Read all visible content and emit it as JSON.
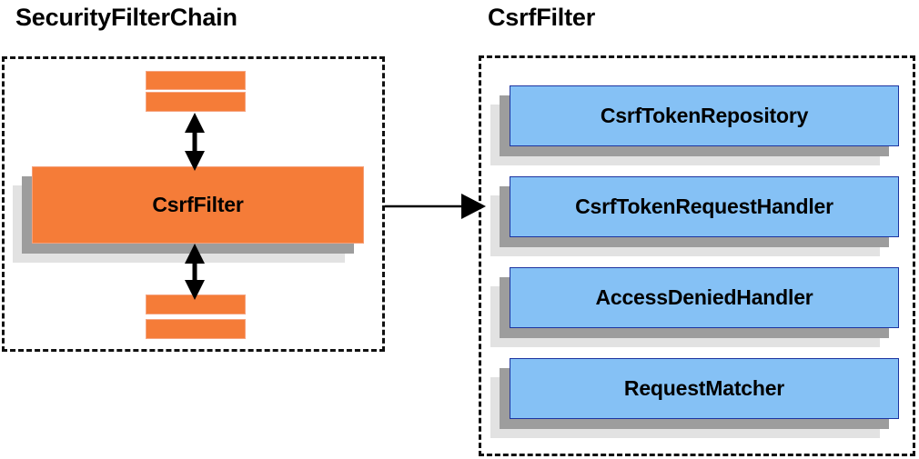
{
  "diagram": {
    "title_left": "SecurityFilterChain",
    "title_right": "CsrfFilter",
    "colors": {
      "block_blue": "#85C1F5",
      "block_blue_border": "#1C34A0",
      "block_orange": "#F57C38",
      "block_orange_border": "#F5A07A",
      "shadow_dark": "#9D9D9D",
      "shadow_light": "#E2E2E2",
      "panel_border": "#111111",
      "arrow": "#000000",
      "text": "#000000",
      "background": "#FFFFFF"
    },
    "left_panel": {
      "name": "SecurityFilterChain",
      "highlighted_filter": "CsrfFilter",
      "filters_above_count": 2,
      "filters_below_count": 2
    },
    "right_panel": {
      "name": "CsrfFilter",
      "collaborators": [
        {
          "label": "CsrfTokenRepository"
        },
        {
          "label": "CsrfTokenRequestHandler"
        },
        {
          "label": "AccessDeniedHandler"
        },
        {
          "label": "RequestMatcher"
        }
      ]
    },
    "connections": [
      {
        "from": "filter-above-chain",
        "to": "CsrfFilter",
        "style": "double-headed-vertical"
      },
      {
        "from": "CsrfFilter",
        "to": "filter-below-chain",
        "style": "double-headed-vertical"
      },
      {
        "from": "SecurityFilterChain",
        "to": "CsrfFilter",
        "style": "single-headed-horizontal"
      }
    ]
  }
}
